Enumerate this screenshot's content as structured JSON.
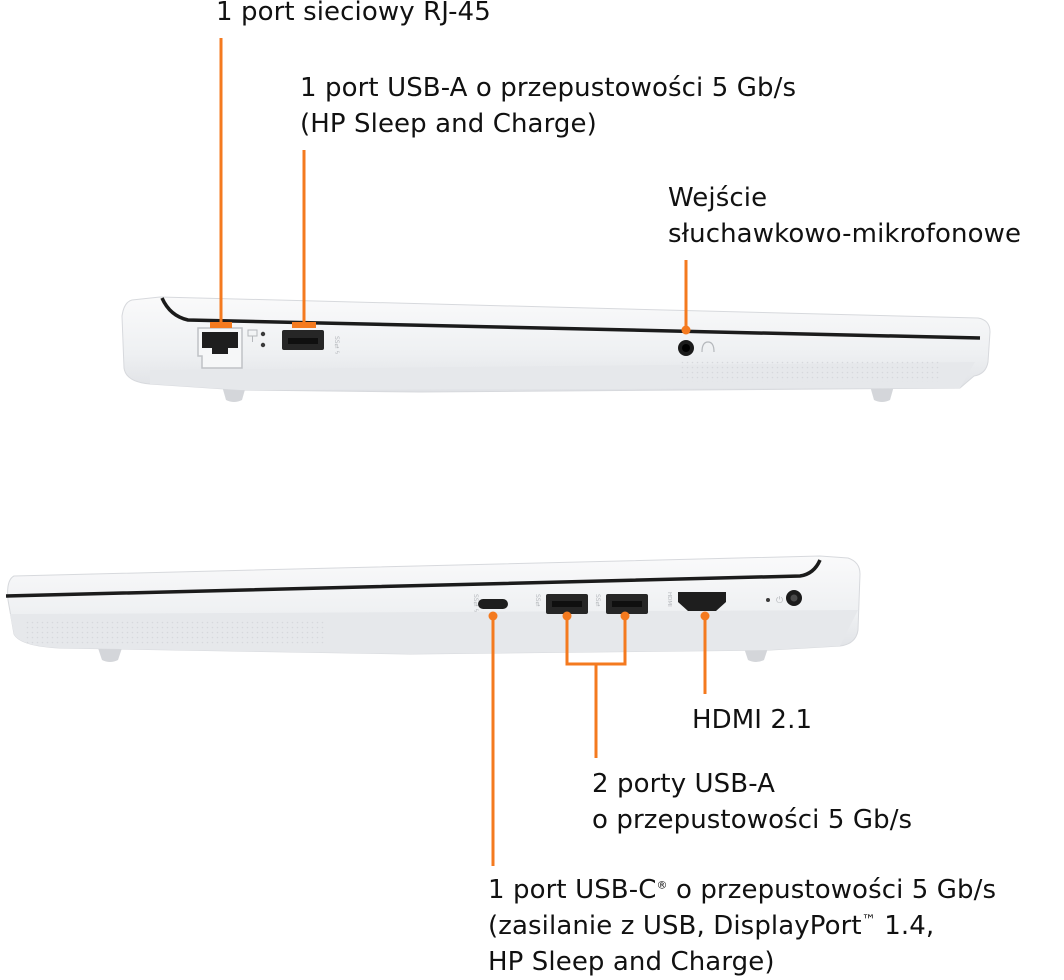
{
  "colors": {
    "accent": "#f47a1f",
    "chassis": "#f2f3f5",
    "chassis_shadow": "#dcdee2",
    "bezel": "#1b1b1b",
    "port": "#2a2a2a"
  },
  "labels": {
    "rj45": "1 port sieciowy RJ-45",
    "usba_line1": "1 port USB-A o przepustowości 5 Gb/s",
    "usba_line2": "(HP Sleep and Charge)",
    "audio_line1": "Wejście",
    "audio_line2": "słuchawkowo-mikrofonowe",
    "hdmi": "HDMI 2.1",
    "usba2_line1": "2 porty USB-A",
    "usba2_line2": "o przepustowości 5 Gb/s",
    "usbc_line1_a": "1 port USB-C",
    "usbc_line1_sup": "®",
    "usbc_line1_b": " o przepustowości 5 Gb/s",
    "usbc_line2_a": "(zasilanie z USB, DisplayPort",
    "usbc_line2_tm": "™",
    "usbc_line2_b": " 1.4,",
    "usbc_line3": "HP Sleep and Charge)"
  },
  "icons": [
    "ethernet-icon",
    "usb-ss-icon",
    "headset-icon",
    "usb-c-ss-icon",
    "hdmi-icon",
    "power-icon"
  ]
}
